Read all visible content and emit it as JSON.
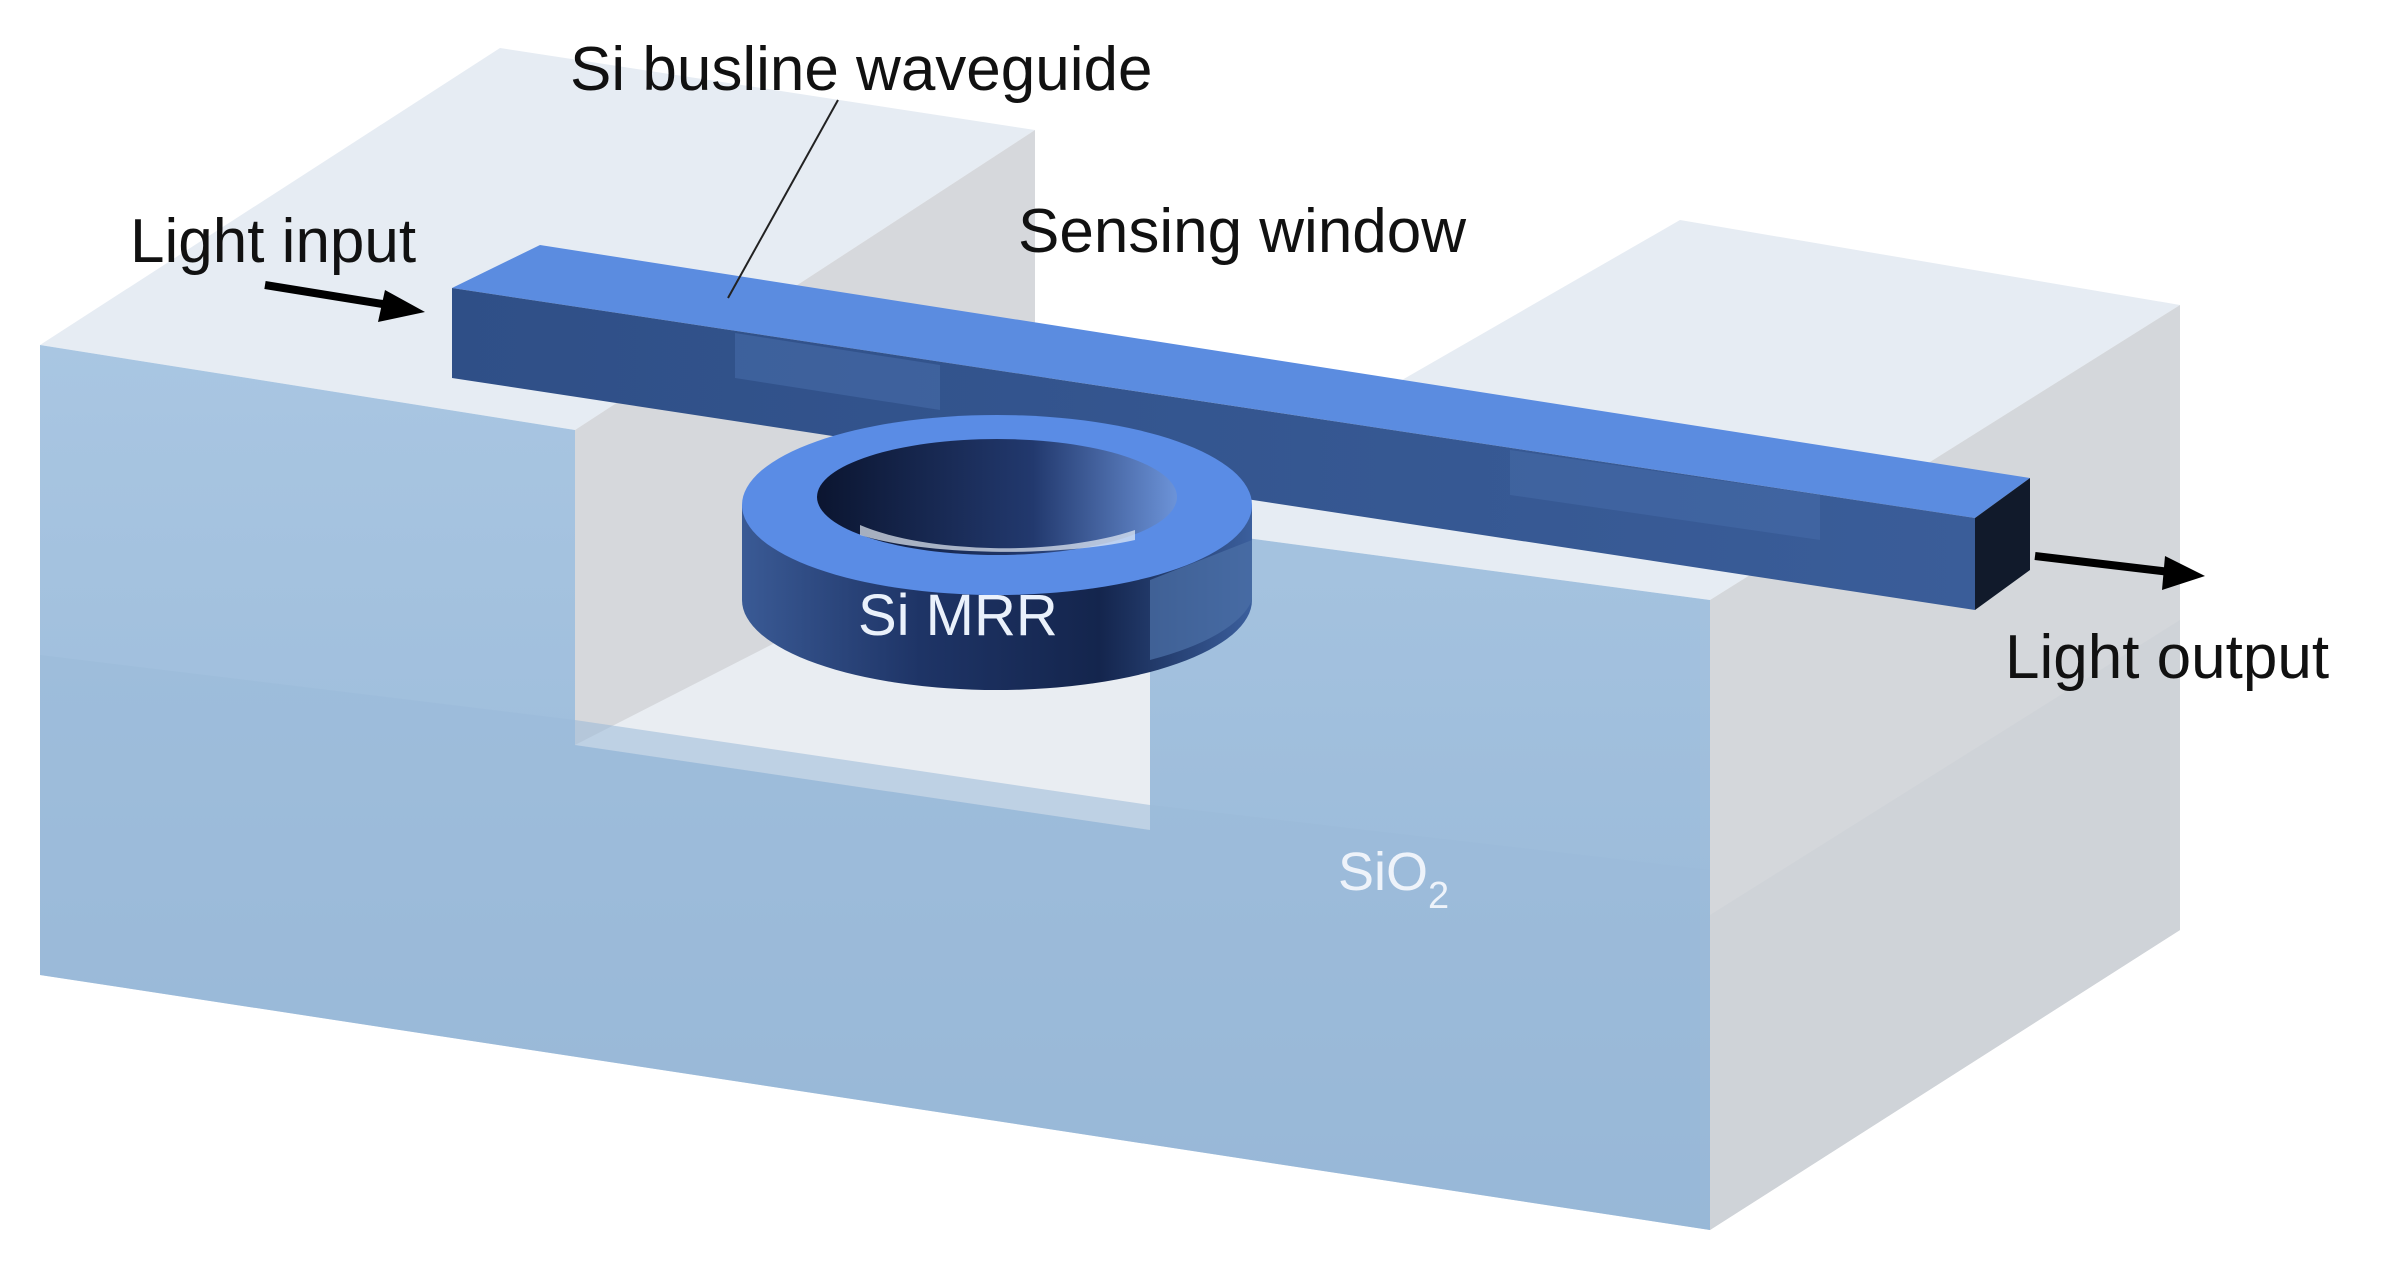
{
  "diagram": {
    "labels": {
      "busline": "Si busline waveguide",
      "light_input": "Light input",
      "sensing_window": "Sensing window",
      "mrr": "Si MRR",
      "light_output": "Light output",
      "sio2_main": "SiO",
      "sio2_subscript": "2"
    },
    "colors": {
      "substrate_front": "#99b9d8",
      "substrate_top": "#e4ebf3",
      "substrate_side": "#d5d8dc",
      "waveguide_top": "#5e8de0",
      "waveguide_front": "#2e4f88",
      "ring_top": "#5b8de6",
      "ring_side": "#24396b",
      "arrow": "#000000"
    }
  }
}
